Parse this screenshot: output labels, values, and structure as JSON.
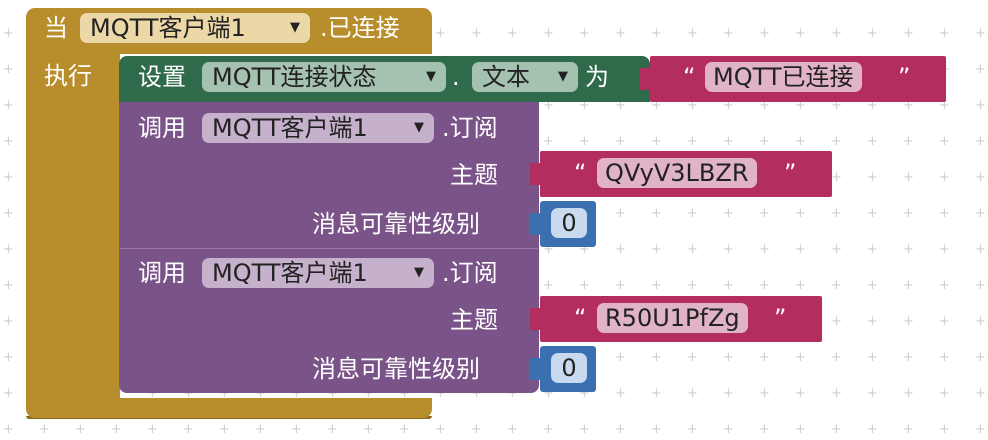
{
  "event_block": {
    "keyword_when": "当",
    "component": "MQTT客户端1",
    "event": ".已连接",
    "keyword_do": "执行",
    "color": "#b88e2d"
  },
  "set_block": {
    "keyword_set": "设置",
    "component": "MQTT连接状态",
    "dot": ".",
    "property": "文本",
    "keyword_to": "为",
    "value": "MQTT已连接",
    "color": "#2f6a4a",
    "string_color": "#b32d5e"
  },
  "call_blocks": [
    {
      "keyword_call": "调用",
      "component": "MQTT客户端1",
      "method": ".订阅",
      "topic_label": "主题",
      "topic_value": "QVyV3LBZR",
      "qos_label": "消息可靠性级别",
      "qos_value": "0"
    },
    {
      "keyword_call": "调用",
      "component": "MQTT客户端1",
      "method": ".订阅",
      "topic_label": "主题",
      "topic_value": "R50U1PfZg",
      "qos_label": "消息可靠性级别",
      "qos_value": "0"
    }
  ],
  "glyphs": {
    "dropdown_arrow": "▼",
    "quote_open": "“",
    "quote_close": "”"
  },
  "colors": {
    "call_block": "#7a5388",
    "number_block": "#3a6fb0",
    "workspace_grid": "#cfcfcf"
  }
}
